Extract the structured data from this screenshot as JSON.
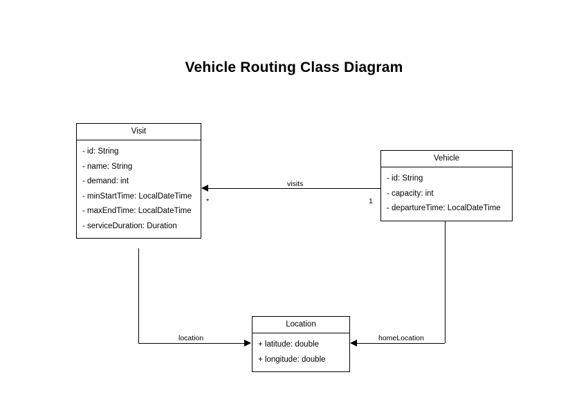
{
  "diagram": {
    "title": "Vehicle Routing Class Diagram",
    "type": "uml-class-diagram",
    "background_color": "#ffffff",
    "line_color": "#000000",
    "text_color": "#000000"
  },
  "classes": [
    {
      "name": "Visit",
      "attributes": [
        "- id: String",
        "- name: String",
        "- demand: int",
        "- minStartTime: LocalDateTime",
        "- maxEndTime: LocalDateTime",
        "- serviceDuration: Duration"
      ]
    },
    {
      "name": "Vehicle",
      "attributes": [
        "- id: String",
        "- capacity: int",
        "- departureTime: LocalDateTime"
      ]
    },
    {
      "name": "Location",
      "attributes": [
        "+ latitude: double",
        "+ longitude: double"
      ]
    }
  ],
  "relationships": [
    {
      "label": "visits",
      "from": "Vehicle",
      "to": "Visit",
      "source_multiplicity": "1",
      "target_multiplicity": "*"
    },
    {
      "label": "location",
      "from": "Visit",
      "to": "Location",
      "source_multiplicity": "",
      "target_multiplicity": ""
    },
    {
      "label": "homeLocation",
      "from": "Vehicle",
      "to": "Location",
      "source_multiplicity": "",
      "target_multiplicity": ""
    }
  ]
}
